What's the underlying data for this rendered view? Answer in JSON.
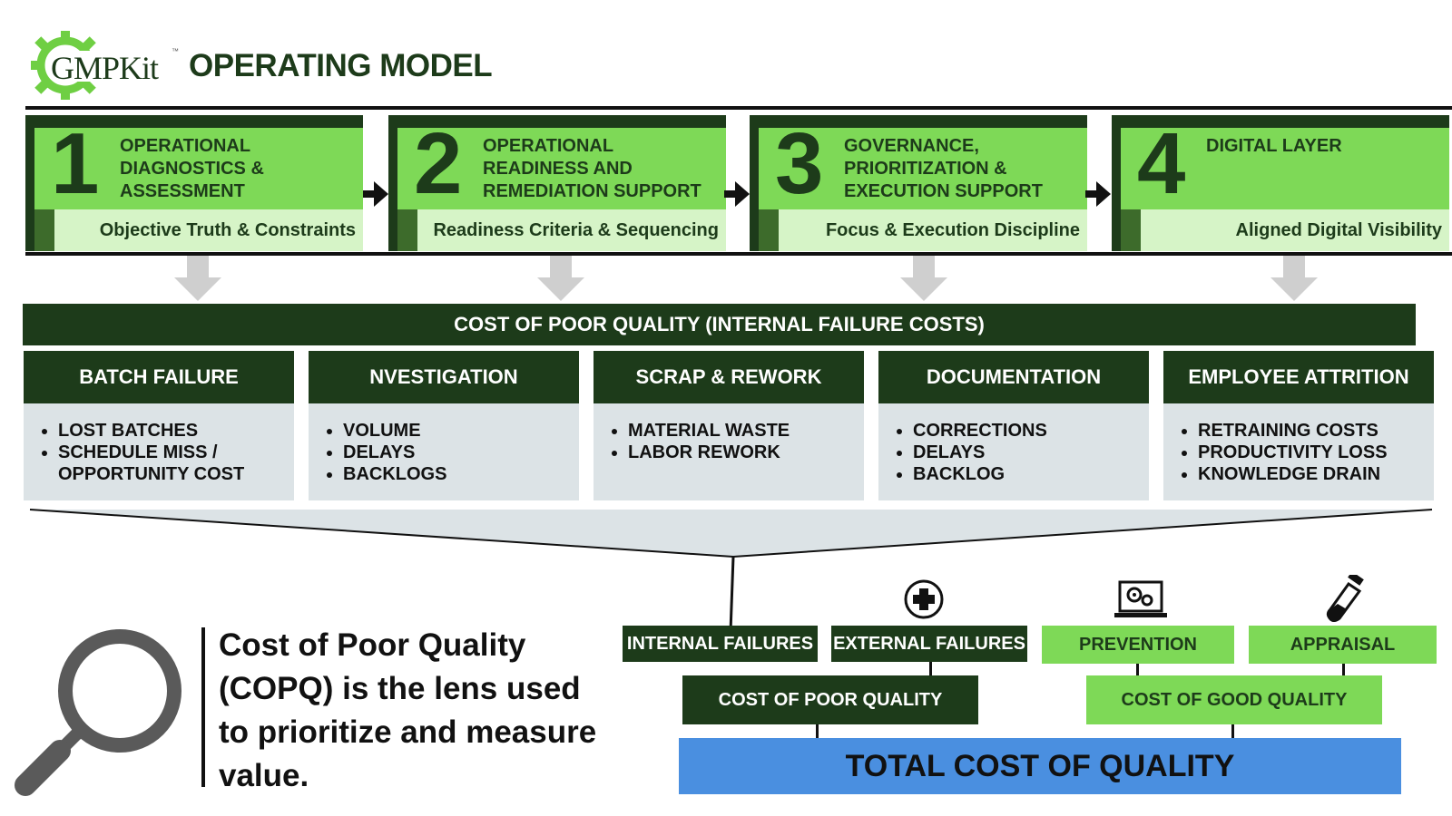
{
  "header": {
    "logo_text": "GMPKit",
    "logo_tm": "™",
    "title": "OPERATING MODEL"
  },
  "steps": [
    {
      "number": "1",
      "label": "OPERATIONAL DIAGNOSTICS & ASSESSMENT",
      "subtitle": "Objective Truth & Constraints"
    },
    {
      "number": "2",
      "label": "OPERATIONAL READINESS AND REMEDIATION SUPPORT",
      "subtitle": "Readiness Criteria & Sequencing"
    },
    {
      "number": "3",
      "label": "GOVERNANCE, PRIORITIZATION & EXECUTION SUPPORT",
      "subtitle": "Focus & Execution Discipline"
    },
    {
      "number": "4",
      "label": "DIGITAL LAYER",
      "subtitle": "Aligned Digital Visibility"
    }
  ],
  "copq_banner": "COST OF POOR QUALITY (INTERNAL FAILURE COSTS)",
  "categories": [
    {
      "title": "BATCH FAILURE",
      "items": [
        "LOST BATCHES",
        "SCHEDULE MISS / OPPORTUNITY COST"
      ]
    },
    {
      "title": "NVESTIGATION",
      "items": [
        "VOLUME",
        "DELAYS",
        "BACKLOGS"
      ]
    },
    {
      "title": "SCRAP & REWORK",
      "items": [
        "MATERIAL WASTE",
        "LABOR REWORK"
      ]
    },
    {
      "title": "DOCUMENTATION",
      "items": [
        "CORRECTIONS",
        "DELAYS",
        "BACKLOG"
      ]
    },
    {
      "title": "EMPLOYEE ATTRITION",
      "items": [
        "RETRAINING COSTS",
        "PRODUCTIVITY LOSS",
        "KNOWLEDGE DRAIN"
      ]
    }
  ],
  "lens": {
    "line1": "Cost of Poor Quality",
    "line2": "(COPQ) is the lens used",
    "line3": "to prioritize and measure",
    "line4": "value."
  },
  "quality": {
    "internal_failures": "INTERNAL  FAILURES",
    "external_failures": "EXTERNAL FAILURES",
    "prevention": "PREVENTION",
    "appraisal": "APPRAISAL",
    "cost_poor": "COST OF POOR QUALITY",
    "cost_good": "COST OF GOOD QUALITY",
    "total": "TOTAL COST OF QUALITY"
  },
  "colors": {
    "dark_green": "#1d3b1a",
    "light_green": "#7ed957",
    "pale_green": "#d6f4c7",
    "grey_panel": "#dce3e6",
    "blue": "#4a8fe0",
    "arrow_grey": "#cfcfcf"
  },
  "icons": [
    "gear-icon",
    "medical-cross-icon",
    "laptop-gears-icon",
    "test-tube-icon",
    "magnifier-icon"
  ]
}
